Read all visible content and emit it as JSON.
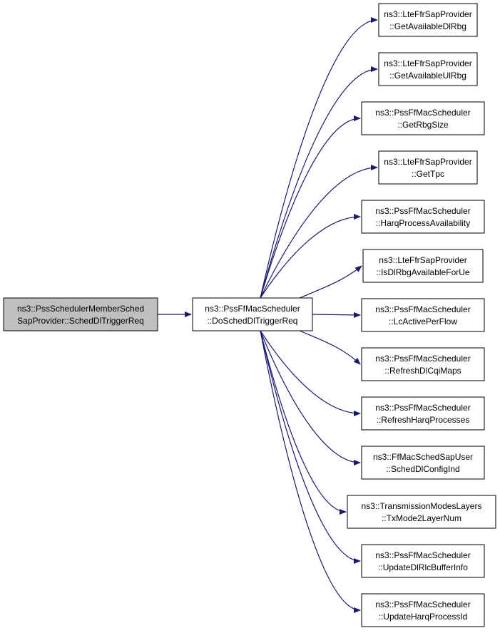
{
  "colors": {
    "edge": "#191970",
    "node_fill": "#ffffff",
    "root_fill": "#bfbfbf",
    "border": "#000000"
  },
  "root": {
    "lines": [
      "ns3::PssSchedulerMemberSched",
      "SapProvider::SchedDlTriggerReq"
    ]
  },
  "center": {
    "lines": [
      "ns3::PssFfMacScheduler",
      "::DoSchedDlTriggerReq"
    ]
  },
  "callees": [
    {
      "lines": [
        "ns3::LteFfrSapProvider",
        "::GetAvailableDlRbg"
      ]
    },
    {
      "lines": [
        "ns3::LteFfrSapProvider",
        "::GetAvailableUlRbg"
      ]
    },
    {
      "lines": [
        "ns3::PssFfMacScheduler",
        "::GetRbgSize"
      ]
    },
    {
      "lines": [
        "ns3::LteFfrSapProvider",
        "::GetTpc"
      ]
    },
    {
      "lines": [
        "ns3::PssFfMacScheduler",
        "::HarqProcessAvailability"
      ]
    },
    {
      "lines": [
        "ns3::LteFfrSapProvider",
        "::IsDlRbgAvailableForUe"
      ]
    },
    {
      "lines": [
        "ns3::PssFfMacScheduler",
        "::LcActivePerFlow"
      ]
    },
    {
      "lines": [
        "ns3::PssFfMacScheduler",
        "::RefreshDlCqiMaps"
      ]
    },
    {
      "lines": [
        "ns3::PssFfMacScheduler",
        "::RefreshHarqProcesses"
      ]
    },
    {
      "lines": [
        "ns3::FfMacSchedSapUser",
        "::SchedDlConfigInd"
      ]
    },
    {
      "lines": [
        "ns3::TransmissionModesLayers",
        "::TxMode2LayerNum"
      ]
    },
    {
      "lines": [
        "ns3::PssFfMacScheduler",
        "::UpdateDlRlcBufferInfo"
      ]
    },
    {
      "lines": [
        "ns3::PssFfMacScheduler",
        "::UpdateHarqProcessId"
      ]
    }
  ]
}
